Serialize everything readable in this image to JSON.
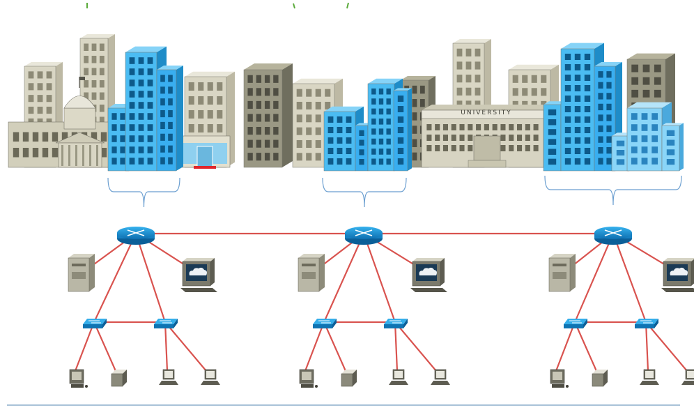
{
  "campuses": [
    {
      "id": "campus-1",
      "label": "",
      "buildings": [
        "capitol",
        "office",
        "shop"
      ],
      "router": "router-1",
      "server": "server-1",
      "workstation": "workstation-1",
      "switches": [
        "switch-1a",
        "switch-1b"
      ],
      "hosts": [
        "pc",
        "printer",
        "laptop",
        "laptop"
      ]
    },
    {
      "id": "campus-2",
      "label": "",
      "buildings": [
        "tower",
        "office"
      ],
      "router": "router-2",
      "server": "server-2",
      "workstation": "workstation-2",
      "switches": [
        "switch-2a",
        "switch-2b"
      ],
      "hosts": [
        "pc",
        "printer",
        "laptop",
        "laptop"
      ]
    },
    {
      "id": "campus-3",
      "label": "",
      "buildings": [
        "university",
        "office",
        "tower"
      ],
      "router": "router-3",
      "server": "server-3",
      "workstation": "workstation-3",
      "switches": [
        "switch-3a",
        "switch-3b"
      ],
      "hosts": [
        "pc",
        "printer",
        "laptop",
        "laptop"
      ]
    }
  ],
  "university_sign": "UNIVERSITY",
  "colors": {
    "link": "#d9534f",
    "router": "#1a9ad6",
    "switch": "#1a9ad6",
    "office_blue": "#3fb4ef",
    "office_blue_dark": "#1e8cc8",
    "beige": "#c9c6b0",
    "grey": "#8a8977",
    "bracket": "#6a9ed0",
    "green_marks": "#5aaa3a"
  }
}
